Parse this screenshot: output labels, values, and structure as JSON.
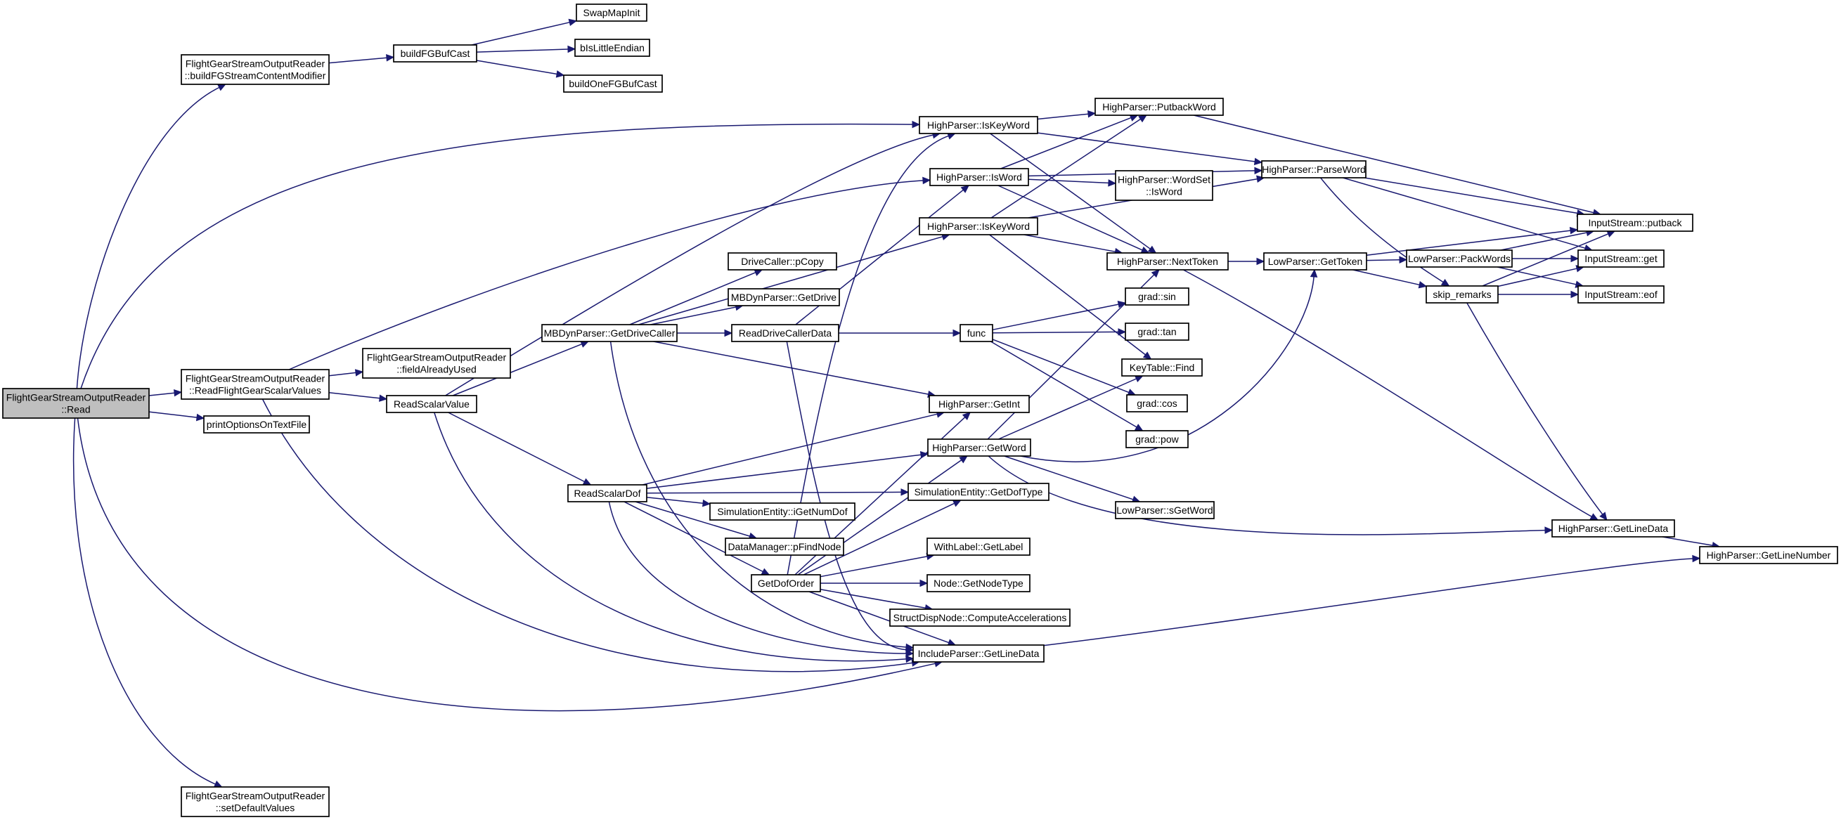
{
  "nodes": [
    {
      "id": "n0",
      "lines": [
        "FlightGearStreamOutputReader",
        "::Read"
      ],
      "root": true
    },
    {
      "id": "n1",
      "lines": [
        "FlightGearStreamOutputReader",
        "::buildFGStreamContentModifier"
      ]
    },
    {
      "id": "n2",
      "lines": [
        "buildFGBufCast"
      ]
    },
    {
      "id": "n3",
      "lines": [
        "SwapMapInit"
      ]
    },
    {
      "id": "n4",
      "lines": [
        "bIsLittleEndian"
      ]
    },
    {
      "id": "n5",
      "lines": [
        "buildOneFGBufCast"
      ]
    },
    {
      "id": "n6",
      "lines": [
        "HighParser::IsKeyWord"
      ]
    },
    {
      "id": "n7",
      "lines": [
        "HighParser::PutbackWord"
      ]
    },
    {
      "id": "n8",
      "lines": [
        "HighParser::IsWord"
      ]
    },
    {
      "id": "n9",
      "lines": [
        "HighParser::ParseWord"
      ]
    },
    {
      "id": "n10",
      "lines": [
        "HighParser::WordSet",
        "::IsWord"
      ]
    },
    {
      "id": "n11",
      "lines": [
        "HighParser::IsKeyWord"
      ]
    },
    {
      "id": "n12",
      "lines": [
        "InputStream::putback"
      ]
    },
    {
      "id": "n13",
      "lines": [
        "DriveCaller::pCopy"
      ]
    },
    {
      "id": "n14",
      "lines": [
        "HighParser::NextToken"
      ]
    },
    {
      "id": "n15",
      "lines": [
        "LowParser::GetToken"
      ]
    },
    {
      "id": "n16",
      "lines": [
        "LowParser::PackWords"
      ]
    },
    {
      "id": "n17",
      "lines": [
        "InputStream::get"
      ]
    },
    {
      "id": "n18",
      "lines": [
        "MBDynParser::GetDrive"
      ]
    },
    {
      "id": "n19",
      "lines": [
        "skip_remarks"
      ]
    },
    {
      "id": "n20",
      "lines": [
        "InputStream::eof"
      ]
    },
    {
      "id": "n21",
      "lines": [
        "grad::sin"
      ]
    },
    {
      "id": "n22",
      "lines": [
        "MBDynParser::GetDriveCaller"
      ]
    },
    {
      "id": "n23",
      "lines": [
        "ReadDriveCallerData"
      ]
    },
    {
      "id": "n24",
      "lines": [
        "func"
      ]
    },
    {
      "id": "n25",
      "lines": [
        "grad::tan"
      ]
    },
    {
      "id": "n26",
      "lines": [
        "FlightGearStreamOutputReader",
        "::fieldAlreadyUsed"
      ]
    },
    {
      "id": "n27",
      "lines": [
        "KeyTable::Find"
      ]
    },
    {
      "id": "n28",
      "lines": [
        "FlightGearStreamOutputReader",
        "::ReadFlightGearScalarValues"
      ]
    },
    {
      "id": "n29",
      "lines": [
        "FlightGearStreamOutputReader",
        "::Read"
      ]
    },
    {
      "id": "n30",
      "lines": [
        "ReadScalarValue"
      ]
    },
    {
      "id": "n31",
      "lines": [
        "HighParser::GetInt"
      ]
    },
    {
      "id": "n32",
      "lines": [
        "grad::cos"
      ]
    },
    {
      "id": "n33",
      "lines": [
        "printOptionsOnTextFile"
      ]
    },
    {
      "id": "n34",
      "lines": [
        "grad::pow"
      ]
    },
    {
      "id": "n35",
      "lines": [
        "HighParser::GetWord"
      ]
    },
    {
      "id": "n36",
      "lines": [
        "ReadScalarDof"
      ]
    },
    {
      "id": "n37",
      "lines": [
        "SimulationEntity::GetDofType"
      ]
    },
    {
      "id": "n38",
      "lines": [
        "SimulationEntity::iGetNumDof"
      ]
    },
    {
      "id": "n39",
      "lines": [
        "LowParser::sGetWord"
      ]
    },
    {
      "id": "n40",
      "lines": [
        "HighParser::GetLineData"
      ]
    },
    {
      "id": "n41",
      "lines": [
        "DataManager::pFindNode"
      ]
    },
    {
      "id": "n42",
      "lines": [
        "HighParser::GetLineNumber"
      ]
    },
    {
      "id": "n43",
      "lines": [
        "WithLabel::GetLabel"
      ]
    },
    {
      "id": "n44",
      "lines": [
        "GetDofOrder"
      ]
    },
    {
      "id": "n45",
      "lines": [
        "Node::GetNodeType"
      ]
    },
    {
      "id": "n46",
      "lines": [
        "StructDispNode::ComputeAccelerations"
      ]
    },
    {
      "id": "n47",
      "lines": [
        "IncludeParser::GetLineData"
      ]
    },
    {
      "id": "n48",
      "lines": [
        "FlightGearStreamOutputReader",
        "::setDefaultValues"
      ]
    }
  ],
  "edges": [
    [
      "n0",
      "n1"
    ],
    [
      "n0",
      "n6"
    ],
    [
      "n0",
      "n28"
    ],
    [
      "n0",
      "n33"
    ],
    [
      "n0",
      "n47"
    ],
    [
      "n0",
      "n48"
    ],
    [
      "n1",
      "n2"
    ],
    [
      "n2",
      "n3"
    ],
    [
      "n2",
      "n4"
    ],
    [
      "n2",
      "n5"
    ],
    [
      "n28",
      "n8"
    ],
    [
      "n28",
      "n26"
    ],
    [
      "n28",
      "n30"
    ],
    [
      "n28",
      "n47"
    ],
    [
      "n30",
      "n6"
    ],
    [
      "n30",
      "n22"
    ],
    [
      "n30",
      "n36"
    ],
    [
      "n30",
      "n47"
    ],
    [
      "n22",
      "n11"
    ],
    [
      "n22",
      "n13"
    ],
    [
      "n22",
      "n18"
    ],
    [
      "n22",
      "n23"
    ],
    [
      "n22",
      "n31"
    ],
    [
      "n22",
      "n47"
    ],
    [
      "n23",
      "n8"
    ],
    [
      "n23",
      "n24"
    ],
    [
      "n23",
      "n47"
    ],
    [
      "n24",
      "n21"
    ],
    [
      "n24",
      "n25"
    ],
    [
      "n24",
      "n32"
    ],
    [
      "n24",
      "n34"
    ],
    [
      "n36",
      "n31"
    ],
    [
      "n36",
      "n35"
    ],
    [
      "n36",
      "n37"
    ],
    [
      "n36",
      "n38"
    ],
    [
      "n36",
      "n41"
    ],
    [
      "n36",
      "n44"
    ],
    [
      "n36",
      "n47"
    ],
    [
      "n44",
      "n6"
    ],
    [
      "n44",
      "n31"
    ],
    [
      "n44",
      "n35"
    ],
    [
      "n44",
      "n37"
    ],
    [
      "n44",
      "n43"
    ],
    [
      "n44",
      "n45"
    ],
    [
      "n44",
      "n46"
    ],
    [
      "n44",
      "n47"
    ],
    [
      "n6",
      "n7"
    ],
    [
      "n6",
      "n9"
    ],
    [
      "n6",
      "n14"
    ],
    [
      "n8",
      "n7"
    ],
    [
      "n8",
      "n9"
    ],
    [
      "n8",
      "n10"
    ],
    [
      "n8",
      "n14"
    ],
    [
      "n11",
      "n9"
    ],
    [
      "n11",
      "n7"
    ],
    [
      "n11",
      "n14"
    ],
    [
      "n11",
      "n27"
    ],
    [
      "n35",
      "n14"
    ],
    [
      "n35",
      "n15"
    ],
    [
      "n35",
      "n27"
    ],
    [
      "n35",
      "n39"
    ],
    [
      "n35",
      "n40"
    ],
    [
      "n7",
      "n12"
    ],
    [
      "n9",
      "n12"
    ],
    [
      "n9",
      "n17"
    ],
    [
      "n9",
      "n19"
    ],
    [
      "n14",
      "n15"
    ],
    [
      "n14",
      "n40"
    ],
    [
      "n15",
      "n16"
    ],
    [
      "n15",
      "n12"
    ],
    [
      "n15",
      "n19"
    ],
    [
      "n16",
      "n12"
    ],
    [
      "n16",
      "n17"
    ],
    [
      "n16",
      "n20"
    ],
    [
      "n19",
      "n12"
    ],
    [
      "n19",
      "n17"
    ],
    [
      "n19",
      "n20"
    ],
    [
      "n19",
      "n40"
    ],
    [
      "n40",
      "n42"
    ],
    [
      "n47",
      "n42"
    ]
  ]
}
